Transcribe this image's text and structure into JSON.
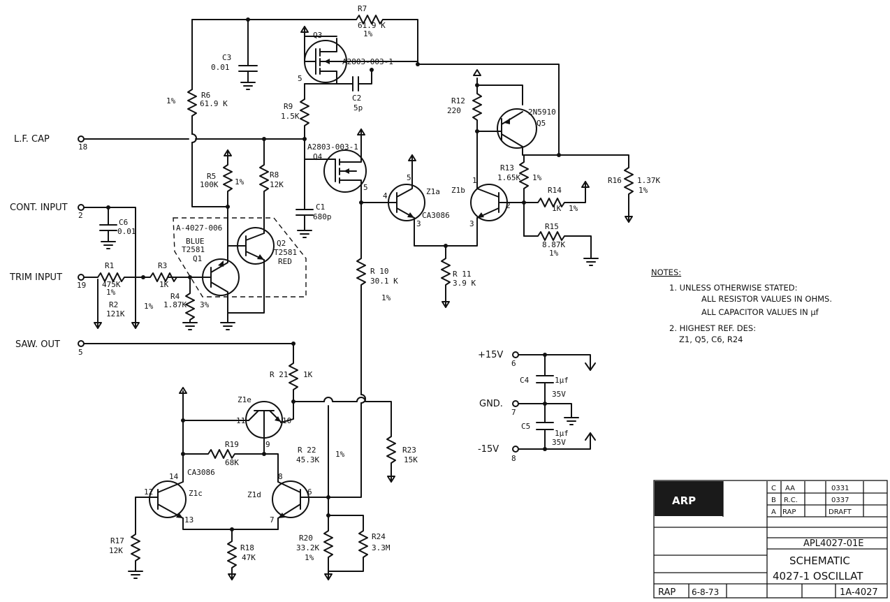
{
  "ports": {
    "lf_cap": {
      "label": "L.F. CAP",
      "pin": "18"
    },
    "cont_input": {
      "label": "CONT. INPUT",
      "pin": "2"
    },
    "trim_input": {
      "label": "TRIM INPUT",
      "pin": "19"
    },
    "saw_out": {
      "label": "SAW. OUT",
      "pin": "5"
    },
    "p15": {
      "label": "+15V",
      "pin": "6"
    },
    "gnd": {
      "label": "GND.",
      "pin": "7"
    },
    "m15": {
      "label": "-15V",
      "pin": "8"
    }
  },
  "components": {
    "r1": {
      "ref": "R1",
      "val": "475K",
      "tol": "1%"
    },
    "r2": {
      "ref": "R2",
      "val": "121K",
      "tol": "1%"
    },
    "r3": {
      "ref": "R3",
      "val": "1K"
    },
    "r4": {
      "ref": "R4",
      "val": "1.87K",
      "tol": "3%"
    },
    "r5": {
      "ref": "R5",
      "val": "100K",
      "tol": "1%"
    },
    "r6": {
      "ref": "R6",
      "val": "61.9 K",
      "tol": "1%"
    },
    "r7": {
      "ref": "R7",
      "val": "61.9 K",
      "tol": "1%"
    },
    "r8": {
      "ref": "R8",
      "val": "12K"
    },
    "r9": {
      "ref": "R9",
      "val": "1.5K"
    },
    "r10": {
      "ref": "R 10",
      "val": "30.1 K",
      "tol": "1%"
    },
    "r11": {
      "ref": "R 11",
      "val": "3.9 K"
    },
    "r12": {
      "ref": "R12",
      "val": "220"
    },
    "r13": {
      "ref": "R13",
      "val": "1.65K",
      "tol": "1%"
    },
    "r14": {
      "ref": "R14",
      "val": "1K",
      "tol": "1%"
    },
    "r15": {
      "ref": "R15",
      "val": "8.87K",
      "tol": "1%"
    },
    "r16": {
      "ref": "R16",
      "val": "1.37K",
      "tol": "1%"
    },
    "r17": {
      "ref": "R17",
      "val": "12K"
    },
    "r18": {
      "ref": "R18",
      "val": "47K"
    },
    "r19": {
      "ref": "R19",
      "val": "68K"
    },
    "r20": {
      "ref": "R20",
      "val": "33.2K",
      "tol": "1%"
    },
    "r21": {
      "ref": "R 21",
      "val": "1K"
    },
    "r22": {
      "ref": "R 22",
      "val": "45.3K",
      "tol": "1%"
    },
    "r23": {
      "ref": "R23",
      "val": "15K"
    },
    "r24": {
      "ref": "R24",
      "val": "3.3M"
    },
    "c1": {
      "ref": "C1",
      "val": "680p"
    },
    "c2": {
      "ref": "C2",
      "val": "5p"
    },
    "c3": {
      "ref": "C3",
      "val": "0.01"
    },
    "c4": {
      "ref": "C4",
      "val": "1µf",
      "volt": "35V"
    },
    "c5": {
      "ref": "C5",
      "val": "1µf",
      "volt": "35V"
    },
    "c6": {
      "ref": "C6",
      "val": "0.01"
    },
    "q1": {
      "ref": "Q1",
      "note": "BLUE",
      "part": "T2581"
    },
    "q2": {
      "ref": "Q2",
      "part": "T2581",
      "note": "RED"
    },
    "q3": {
      "ref": "Q3",
      "part": "A2803-003-1"
    },
    "q4": {
      "ref": "Q4",
      "part": "A2803-003-1"
    },
    "q5": {
      "ref": "Q5",
      "part": "2N5910"
    },
    "pair": "A-4027-006",
    "z1a": {
      "ref": "Z1a",
      "part": "CA3086"
    },
    "z1b": {
      "ref": "Z1b"
    },
    "z1c": {
      "ref": "Z1c",
      "part": "CA3086"
    },
    "z1d": {
      "ref": "Z1d"
    },
    "z1e": {
      "ref": "Z1e"
    }
  },
  "pins": {
    "q3_s": "5",
    "q4_s": "5",
    "z1a_b": "4",
    "z1a_c": "5",
    "z1a_e": "3",
    "z1b_c": "1",
    "z1b_b": "2",
    "z1b_e": "3",
    "z1e_c": "11",
    "z1e_e": "10",
    "z1e_b": "9",
    "z1c_c": "14",
    "z1c_b": "12",
    "z1c_e": "13",
    "z1d_c": "8",
    "z1d_b": "6",
    "z1d_e": "7"
  },
  "notes": {
    "title": "NOTES:",
    "n1a": "1. UNLESS OTHERWISE STATED:",
    "n1b": "ALL RESISTOR VALUES IN OHMS.",
    "n1c": "ALL CAPACITOR VALUES IN µf",
    "n2a": "2. HIGHEST REF. DES:",
    "n2b": "Z1, Q5, C6, R24"
  },
  "title_block": {
    "logo": "ARP",
    "rev_rows": [
      [
        "C",
        "AA",
        "",
        "0331",
        ""
      ],
      [
        "B",
        "R.C.",
        "",
        "0337",
        ""
      ],
      [
        "A",
        "RAP",
        "",
        "DRAFT",
        ""
      ]
    ],
    "drawing_no": "APL4027-01E",
    "title1": "SCHEMATIC",
    "title2": "4027-1 OSCILLAT",
    "drawn_by": "RAP",
    "date": "6-8-73",
    "sheet_no": "1A-4027"
  }
}
